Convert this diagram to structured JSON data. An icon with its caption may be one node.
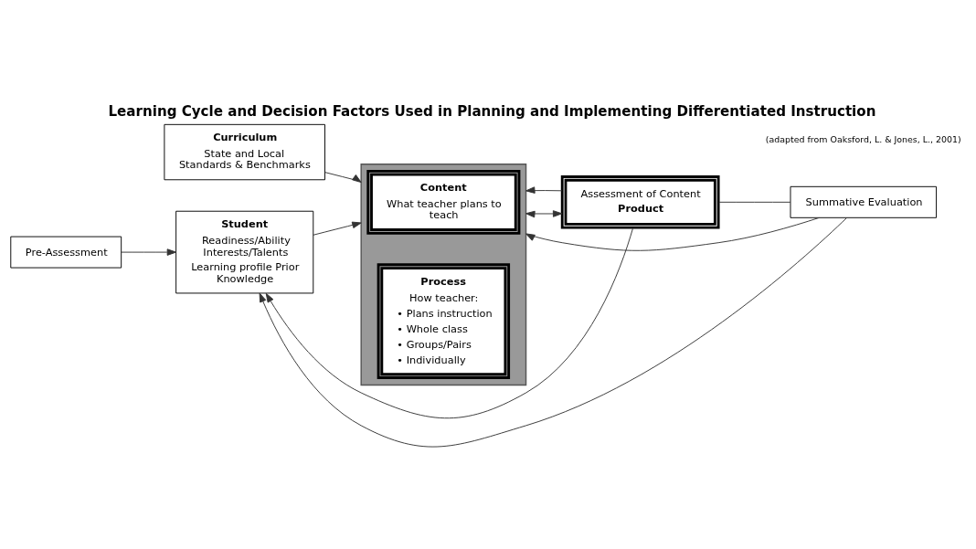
{
  "diagram": {
    "title": "Learning Cycle and Decision Factors Used in Planning and Implementing Differentiated Instruction",
    "nodes": [
      {
        "text": [
          "Pre-Assessment"
        ]
      },
      {
        "text": [
          "Curriculum",
          "State and Local Standards & Benchmarks"
        ]
      },
      {
        "text": [
          "Student",
          "Readiness/Ability Interests/Talents",
          "Learning profile Prior Knowledge"
        ]
      },
      {
        "text": [],
        "shape": "box"
      },
      {
        "text": [
          "Content",
          "What teacher plans to teach"
        ],
        "in": 3
      },
      {
        "text": [
          "Process",
          "How teacher:",
          "• Plans instruction",
          "• Whole class",
          "• Groups/Pairs",
          "• Individually"
        ],
        "in": 3
      },
      {
        "text": [
          "Assessment of Content",
          "Product"
        ]
      },
      {
        "text": [
          "Summative Evaluation"
        ]
      }
    ],
    "edges": [
      {
        "from": 0,
        "to": 2,
        "arrow": "to"
      },
      {
        "from": 1,
        "to": 3,
        "arrow": "to"
      },
      {
        "from": 2,
        "to": 3,
        "arrow": "to"
      },
      {
        "from": 3,
        "to": 6,
        "arrow": "both"
      },
      {
        "from": 6,
        "to": 7,
        "arrow": "none"
      },
      {
        "from": 6,
        "to": 2,
        "arrow": "to"
      },
      {
        "from": 6,
        "to": 3,
        "arrow": "to"
      },
      {
        "from": 7,
        "to": 2,
        "arrow": "to"
      },
      {
        "from": 7,
        "to": 3,
        "arrow": "to"
      }
    ],
    "labels": [
      "(adapted from Oaksford, L. & Jones, L., 2001)"
    ]
  }
}
